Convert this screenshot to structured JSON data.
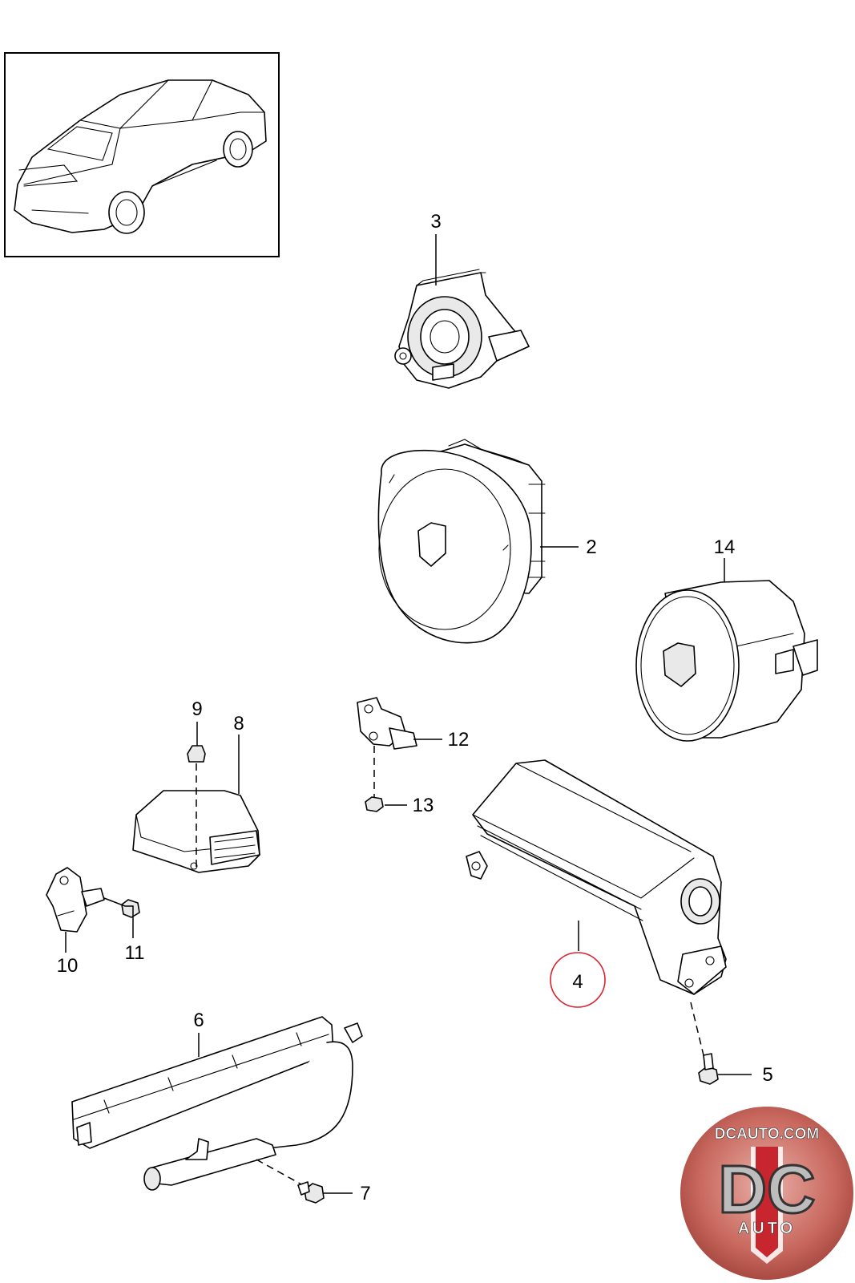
{
  "callouts": {
    "c2": "2",
    "c3": "3",
    "c4": "4",
    "c5": "5",
    "c6": "6",
    "c7": "7",
    "c8": "8",
    "c9": "9",
    "c10": "10",
    "c11": "11",
    "c12": "12",
    "c13": "13",
    "c14": "14"
  },
  "highlight_color": "#d9232e",
  "logo": {
    "top_text": "DCAUTO.COM",
    "main_text": "DC",
    "sub_text": "AUTO"
  }
}
